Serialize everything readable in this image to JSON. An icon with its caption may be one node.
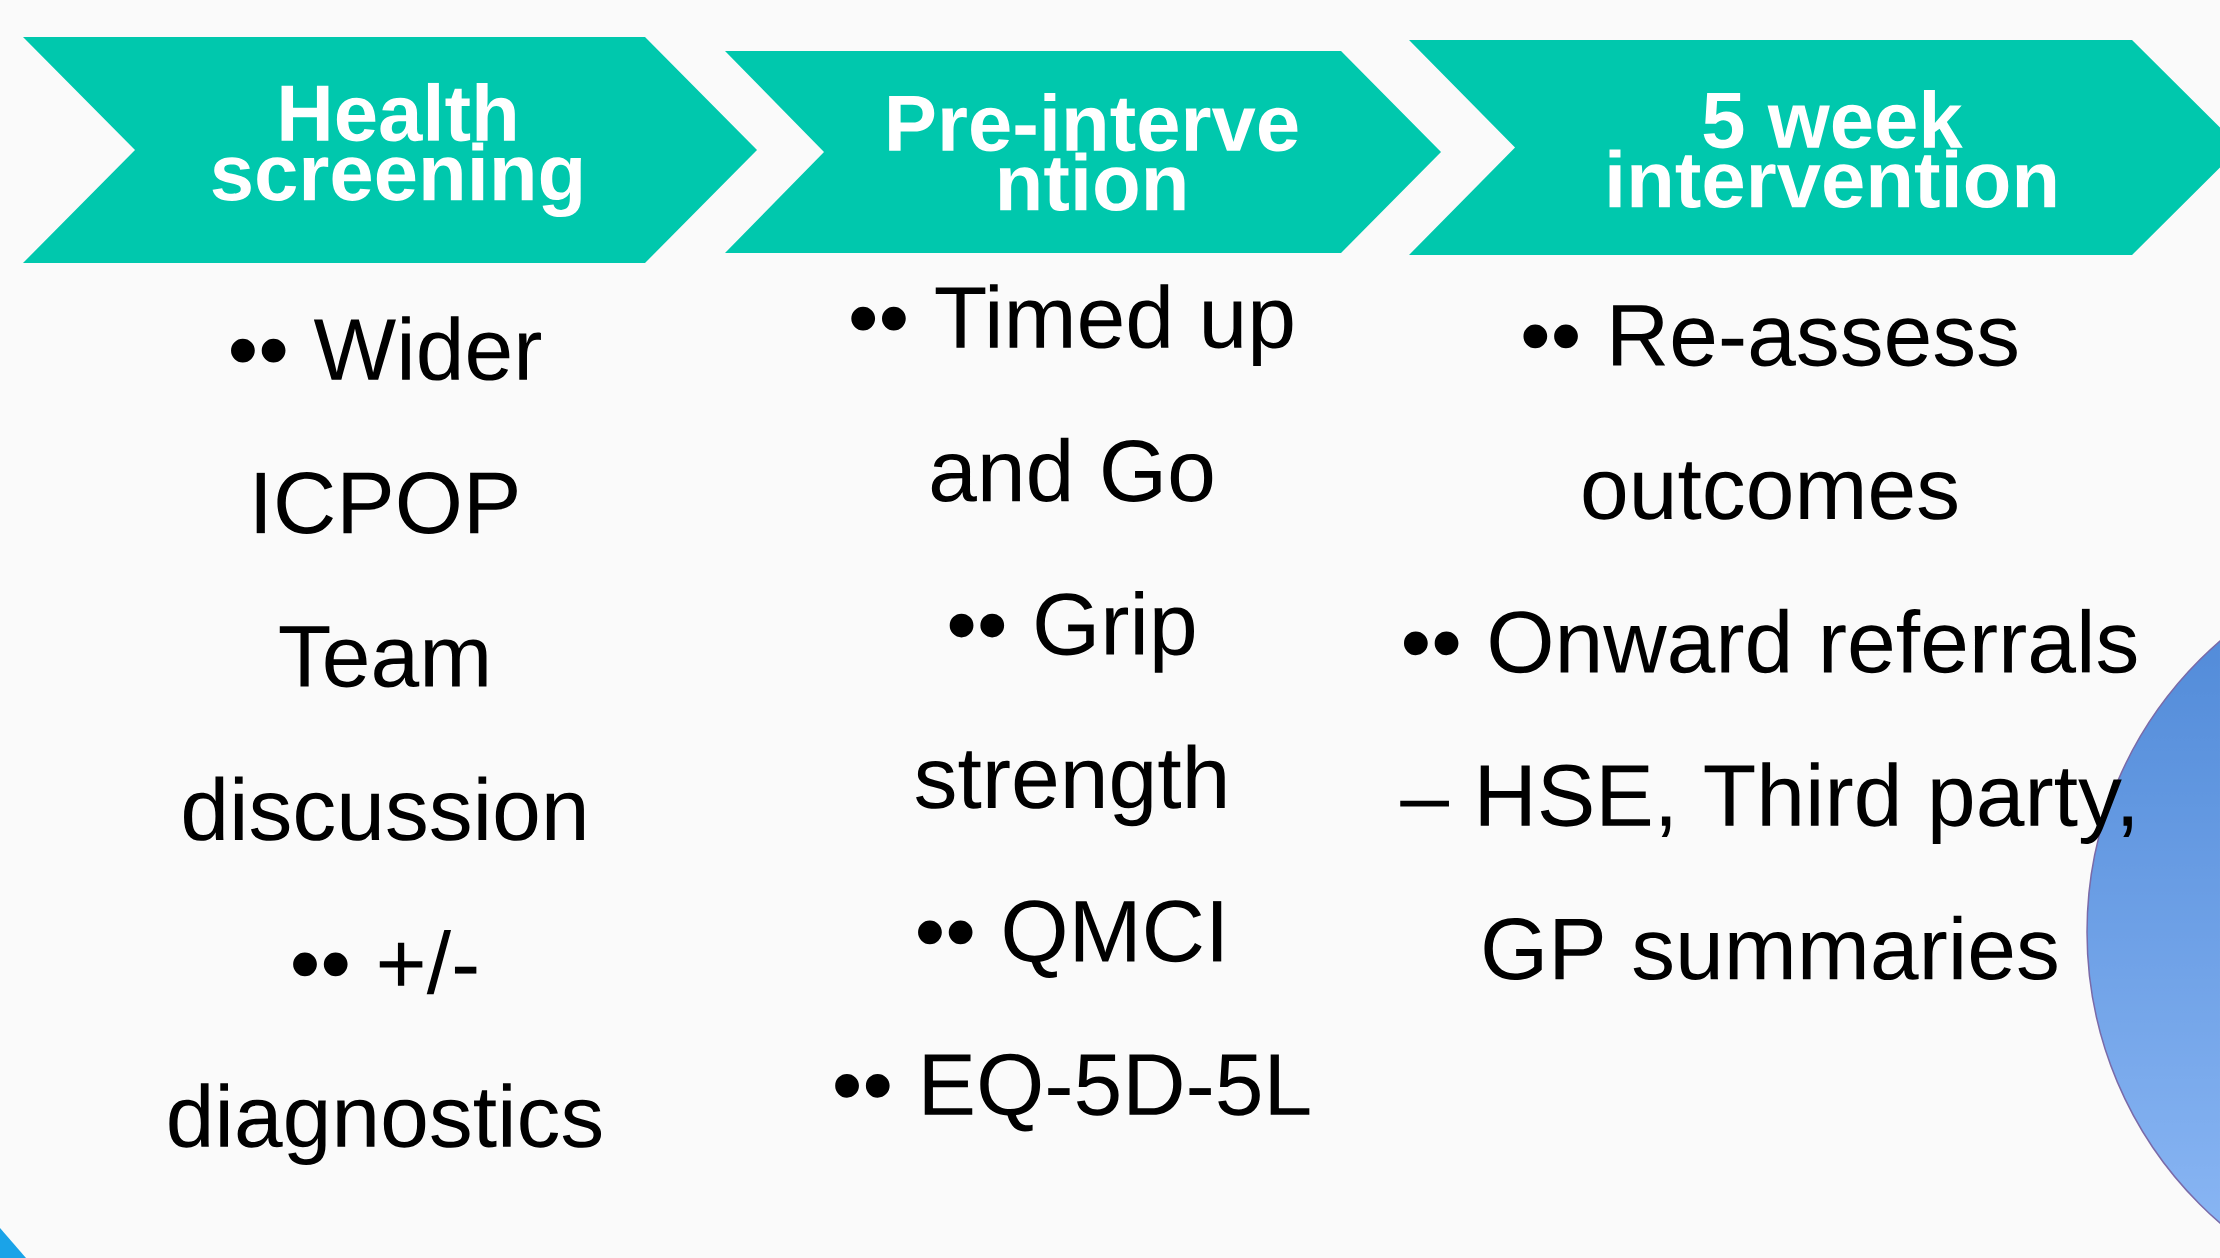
{
  "diagram": {
    "nodes": [
      {
        "text": [
          "Health screening"
        ],
        "beside": [
          "•• Wider ICPOP Team discussion",
          "•• +/- diagnostics"
        ]
      },
      {
        "text": [
          "Pre-interve ntion"
        ],
        "beside": [
          "•• Timed up and Go",
          "•• Grip strength",
          "•• QMCI",
          "•• EQ-5D-5L"
        ]
      },
      {
        "text": [
          "5 week intervention"
        ]
      },
      {
        "text": [],
        "shape": "circle"
      }
    ],
    "labels": [
      "•• Re-assess outcomes",
      "•• Onward referrals – HSE, Third party, GP summaries"
    ]
  }
}
